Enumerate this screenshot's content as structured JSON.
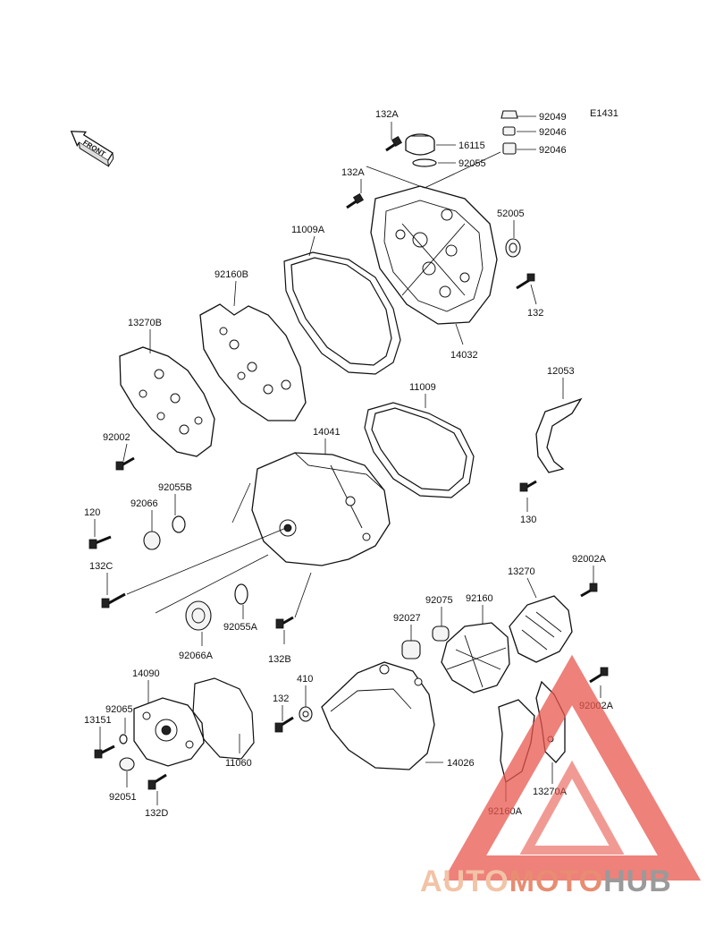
{
  "diagram_code": "E1431",
  "front_marker": "FRONT",
  "callouts": {
    "p132A_top": "132A",
    "p132A_mid": "132A",
    "p16115": "16115",
    "p92055": "92055",
    "p92049": "92049",
    "p92046_a": "92046",
    "p92046_b": "92046",
    "p52005": "52005",
    "p132_right": "132",
    "p14032": "14032",
    "p11009A": "11009A",
    "p92160B": "92160B",
    "p13270B": "13270B",
    "p92002": "92002",
    "p11009": "11009",
    "p12053": "12053",
    "p14041": "14041",
    "p92055B": "92055B",
    "p92066": "92066",
    "p120": "120",
    "p132C": "132C",
    "p130": "130",
    "p13270": "13270",
    "p92002A_top": "92002A",
    "p92075": "92075",
    "p92160": "92160",
    "p92027": "92027",
    "p92055A": "92055A",
    "p92066A": "92066A",
    "p132B": "132B",
    "p410": "410",
    "p132_bottom": "132",
    "p14090": "14090",
    "p92065": "92065",
    "p13151": "13151",
    "p11060": "11060",
    "p92051": "92051",
    "p132D": "132D",
    "p14026": "14026",
    "p92002A_bottom": "92002A",
    "p13270A": "13270A",
    "p92160A": "92160A"
  },
  "watermark": {
    "part1": "AUTO",
    "part2": "MOTO",
    "part3": "HUB",
    "color_light": "#f2c3a6",
    "color_mid": "#e88c72",
    "color_dark": "#9a9a9a",
    "triangle_color": "#e8574d"
  }
}
